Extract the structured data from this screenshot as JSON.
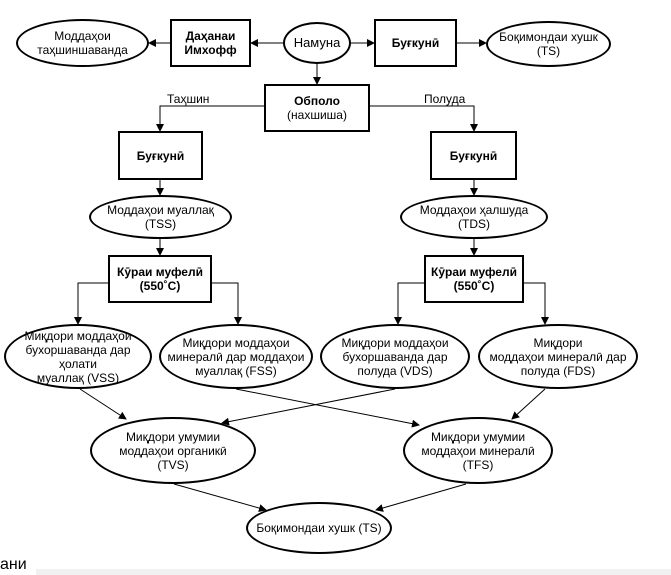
{
  "nodes": {
    "mozdahoi_tahshinshavanda": [
      "Моддаҳои",
      "таҳшиншаванда"
    ],
    "dahanai_imhoff": [
      "Даҳанаи",
      "Имхофф"
    ],
    "namuna": [
      "Намуна"
    ],
    "bugkuni_top": [
      "Буғкунӣ"
    ],
    "boqimondai_top": [
      "Боқимондаи хушк",
      "(TS)"
    ],
    "obpolo": [
      "Обполо",
      "(нахшиша)"
    ],
    "bugkuni_left": [
      "Буғкунӣ"
    ],
    "bugkuni_right": [
      "Буғкунӣ"
    ],
    "tss": [
      "Моддаҳои муаллақ",
      "(TSS)"
    ],
    "tds": [
      "Моддаҳои ҳалшуда",
      "(TDS)"
    ],
    "kura_left": [
      "Кӯраи муфелӣ",
      "(550˚C)"
    ],
    "kura_right": [
      "Кӯраи муфелӣ",
      "(550˚C)"
    ],
    "vss": [
      "Миқдори моддаҳои",
      "бухоршаванда дар ҳолати",
      "муаллақ (VSS)"
    ],
    "fss": [
      "Миқдори моддаҳои",
      "минералӣ дар моддаҳои",
      "муаллақ (FSS)"
    ],
    "vds": [
      "Миқдори моддаҳои",
      "бухоршаванда дар",
      "полуда (VDS)"
    ],
    "fds": [
      "Миқдори",
      "моддаҳои минералӣ дар",
      "полуда (FDS)"
    ],
    "tvs": [
      "Миқдори умумии",
      "моддаҳои органикӣ",
      "(TVS)"
    ],
    "tfs": [
      "Миқдори умумии",
      "моддаҳои минералӣ",
      "(TFS)"
    ],
    "boqimondai_bottom": [
      "Боқимондаи хушк (TS)"
    ]
  },
  "edge_labels": {
    "left_branch": "Таҳшин",
    "right_branch": "Полуда"
  },
  "footer_text": "ани"
}
